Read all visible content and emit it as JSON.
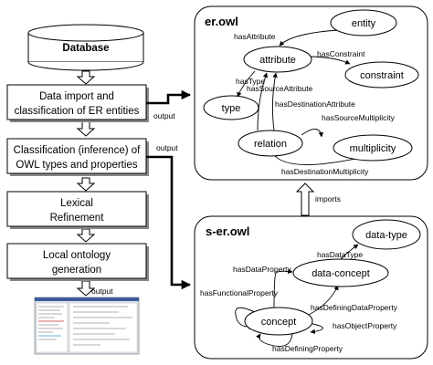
{
  "database": {
    "label": "Database"
  },
  "pipeline": [
    {
      "line1": "Data import and",
      "line2": "classification of ER entities"
    },
    {
      "line1": "Classification (inference) of",
      "line2": "OWL types and properties"
    },
    {
      "line1": "Lexical",
      "line2": "Refinement"
    },
    {
      "line1": "Local ontology",
      "line2": "generation"
    }
  ],
  "arrows": {
    "output_1": "output",
    "output_2": "output",
    "output_3": "output",
    "imports": "imports"
  },
  "er_owl": {
    "title": "er.owl",
    "nodes": {
      "entity": "entity",
      "attribute": "attribute",
      "constraint": "constraint",
      "type": "type",
      "relation": "relation",
      "multiplicity": "multiplicity"
    },
    "edges": {
      "hasAttribute": "hasAttribute",
      "hasConstraint": "hasConstraint",
      "hasType": "hasType",
      "hasSourceAttribute": "hasSourceAttribute",
      "hasDestinationAttribute": "hasDestinationAttribute",
      "hasSourceMultiplicity": "hasSourceMultiplicity",
      "hasDestinationMultiplicity": "hasDestinationMultiplicity"
    }
  },
  "s_er_owl": {
    "title": "s-er.owl",
    "nodes": {
      "data_type": "data-type",
      "data_concept": "data-concept",
      "concept": "concept"
    },
    "edges": {
      "hasDataType": "hasDataType",
      "hasDataProperty": "hasDataProperty",
      "hasFunctionalProperty": "hasFunctionalProperty",
      "hasDefiningDataProperty": "hasDefiningDataProperty",
      "hasObjectProperty": "hasObjectProperty",
      "hasDefiningProperty": "hasDefiningProperty"
    }
  },
  "colors": {
    "stroke": "#000000",
    "fill": "#ffffff",
    "shadow": "#888888",
    "thumbnail_bg": "#dfe6ef"
  }
}
